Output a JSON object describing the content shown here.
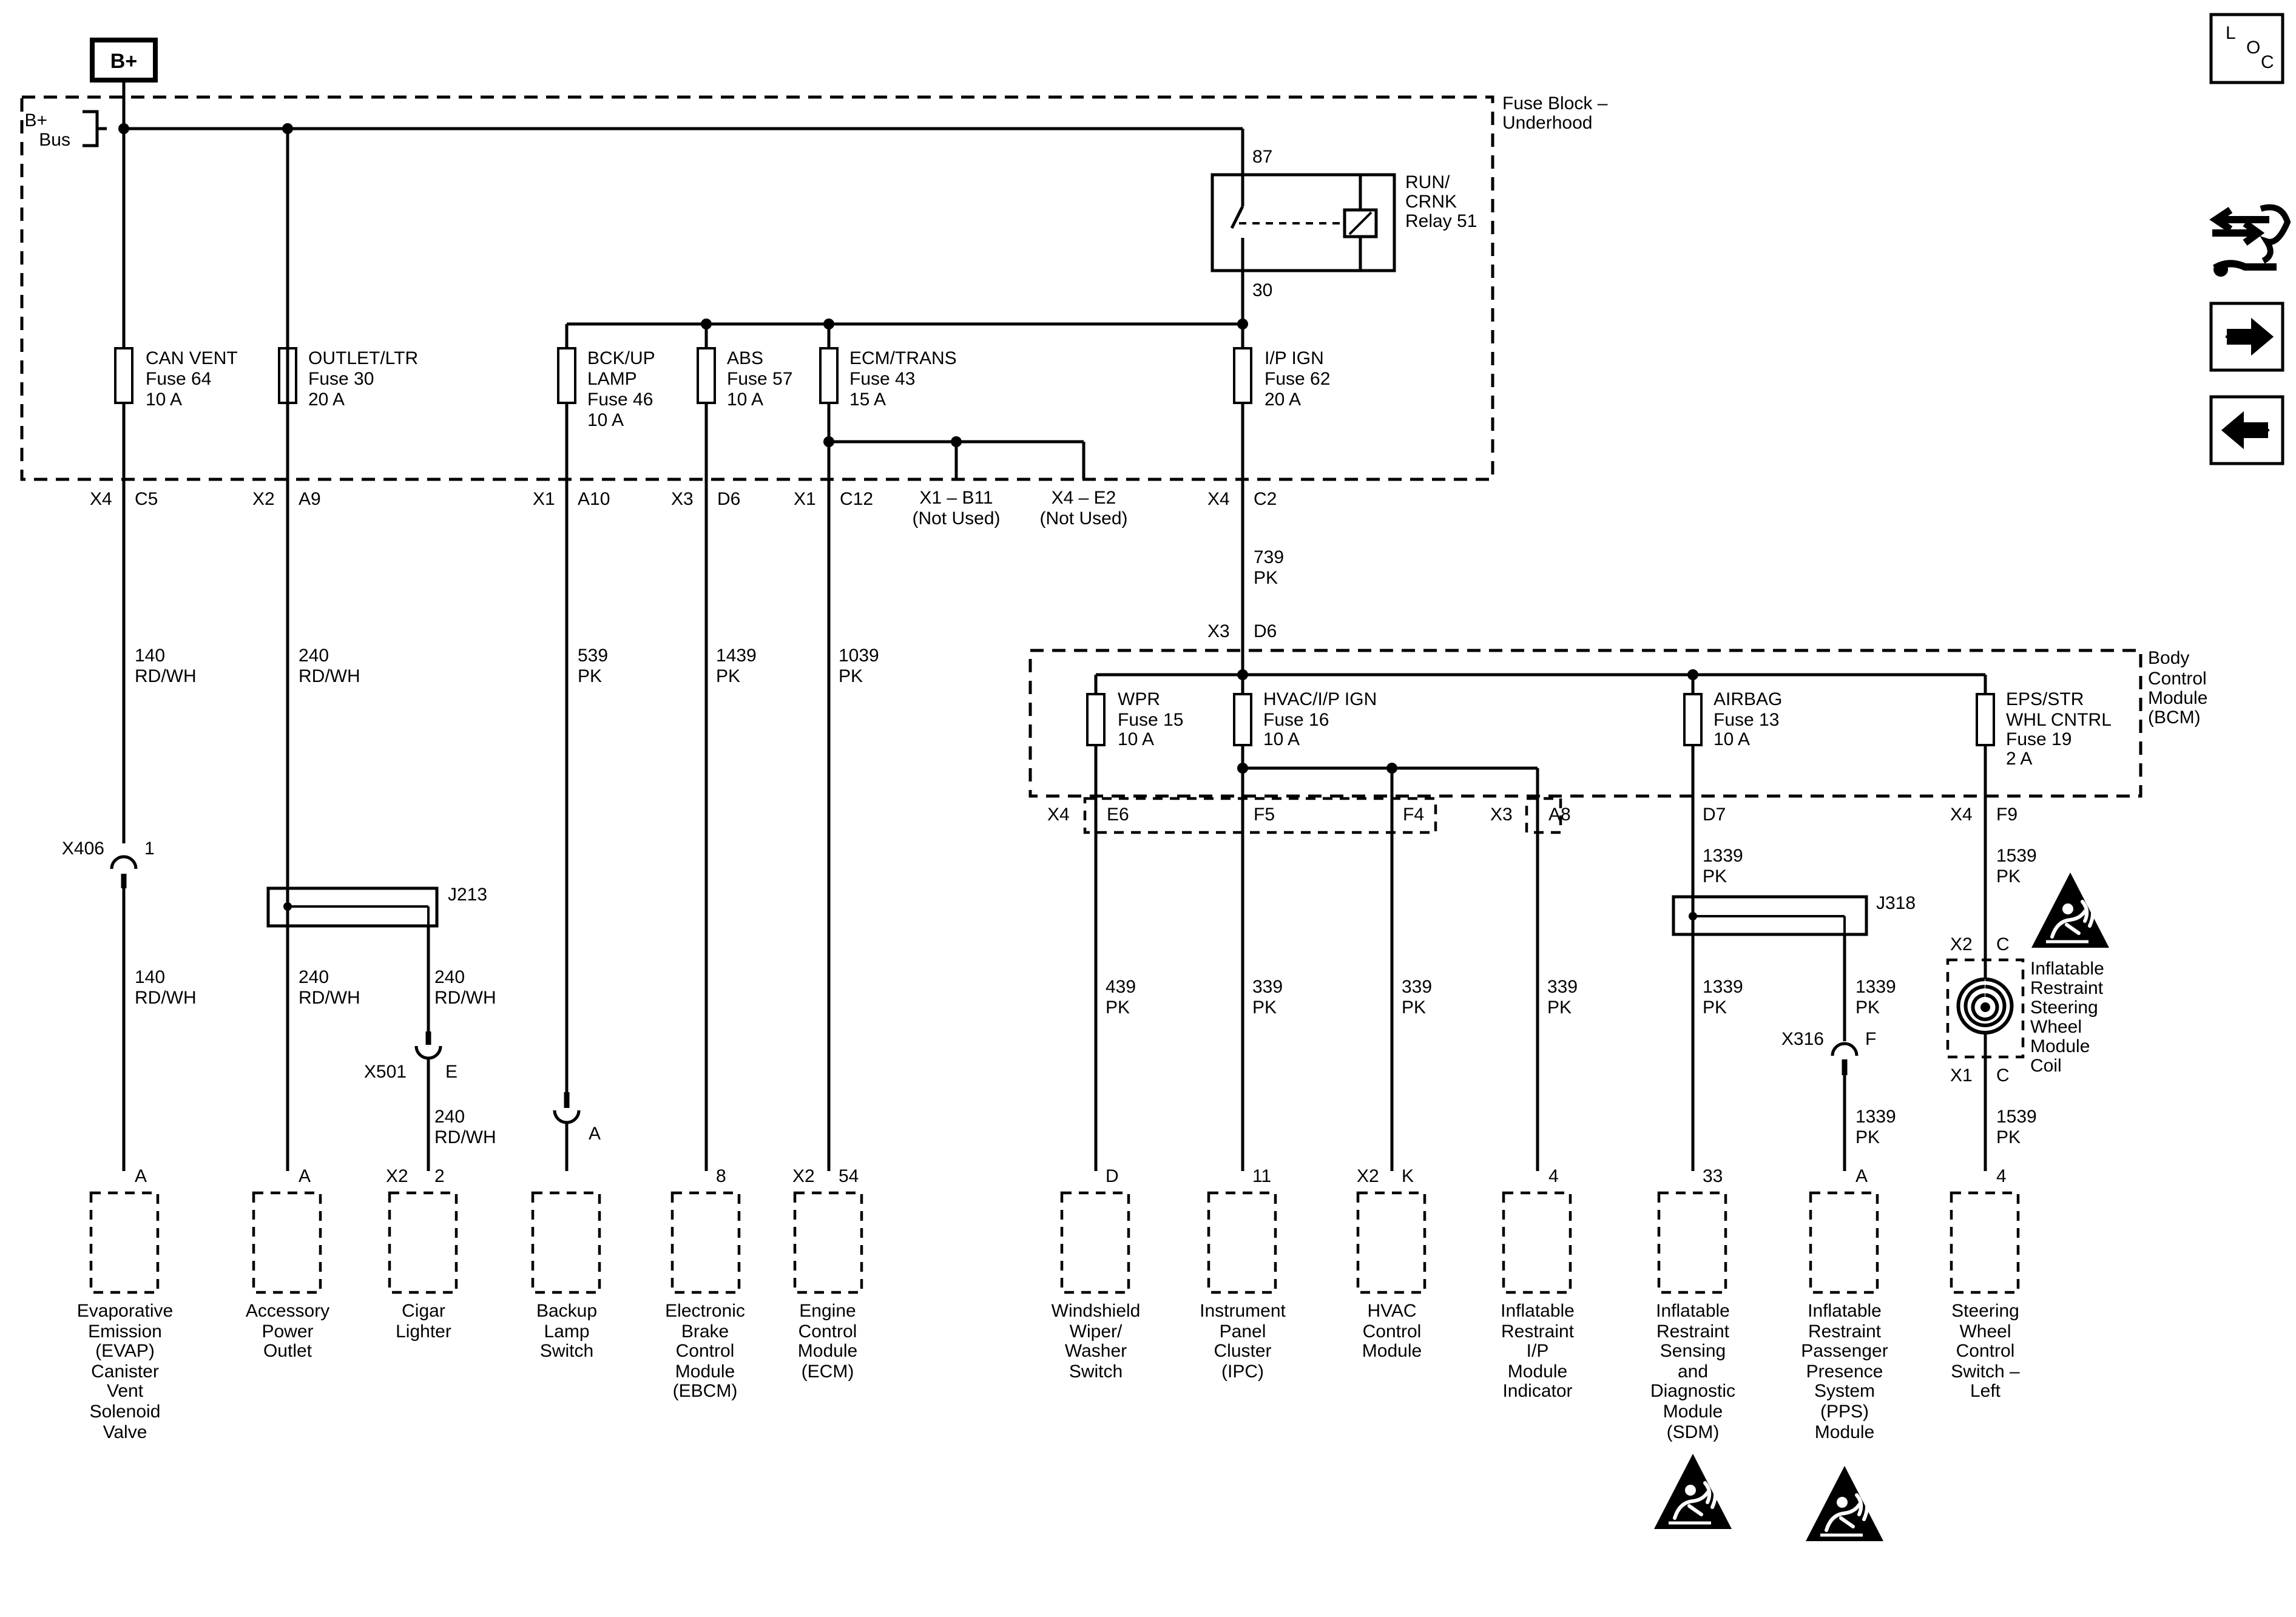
{
  "battery_label": "B+",
  "bus_label": [
    "B+",
    "Bus"
  ],
  "fuse_block_label": [
    "Fuse Block –",
    "Underhood"
  ],
  "bcm_label": [
    "Body",
    "Control",
    "Module",
    "(BCM)"
  ],
  "relay": {
    "label": [
      "RUN/",
      "CRNK",
      "Relay 51"
    ],
    "pin_in": "87",
    "pin_out": "30"
  },
  "underhood_fuses": [
    {
      "lines": [
        "CAN VENT",
        "Fuse 64",
        "10 A"
      ]
    },
    {
      "lines": [
        "OUTLET/LTR",
        "Fuse 30",
        "20 A"
      ]
    },
    {
      "lines": [
        "BCK/UP",
        "LAMP",
        "Fuse 46",
        "10 A"
      ]
    },
    {
      "lines": [
        "ABS",
        "Fuse 57",
        "10 A"
      ]
    },
    {
      "lines": [
        "ECM/TRANS",
        "Fuse 43",
        "15 A"
      ]
    },
    {
      "lines": [
        "I/P IGN",
        "Fuse 62",
        "20 A"
      ]
    }
  ],
  "bcm_fuses": [
    {
      "lines": [
        "WPR",
        "Fuse 15",
        "10 A"
      ]
    },
    {
      "lines": [
        "HVAC/I/P IGN",
        "Fuse 16",
        "10 A"
      ]
    },
    {
      "lines": [
        "AIRBAG",
        "Fuse 13",
        "10 A"
      ]
    },
    {
      "lines": [
        "EPS/STR",
        "WHL CNTRL",
        "Fuse 19",
        "2 A"
      ]
    }
  ],
  "fuse_block_connectors": [
    {
      "conn": "X4",
      "pin": "C5"
    },
    {
      "conn": "X2",
      "pin": "A9"
    },
    {
      "conn": "X1",
      "pin": "A10"
    },
    {
      "conn": "X3",
      "pin": "D6"
    },
    {
      "conn": "X1",
      "pin": "C12"
    },
    {
      "conn": "X4",
      "pin": "C2"
    }
  ],
  "not_used": [
    {
      "pin": "X1 – B11",
      "note": "(Not Used)"
    },
    {
      "pin": "X4 – E2",
      "note": "(Not Used)"
    }
  ],
  "bcm_input": {
    "conn": "X3",
    "pin": "D6",
    "wire": [
      "739",
      "PK"
    ]
  },
  "bcm_connectors": [
    {
      "conn": "X4",
      "pin": "E6"
    },
    {
      "conn": "",
      "pin": "F5"
    },
    {
      "conn": "",
      "pin": "F4"
    },
    {
      "conn": "X3",
      "pin": "A8"
    },
    {
      "conn": "",
      "pin": "D7"
    },
    {
      "conn": "X4",
      "pin": "F9"
    }
  ],
  "wires": {
    "evap_upper": [
      "140",
      "RD/WH"
    ],
    "evap_lower": [
      "140",
      "RD/WH"
    ],
    "outlet_upper": [
      "240",
      "RD/WH"
    ],
    "outlet_lower": [
      "240",
      "RD/WH"
    ],
    "lighter_upper": [
      "240",
      "RD/WH"
    ],
    "lighter_lower": [
      "240",
      "RD/WH"
    ],
    "backup": [
      "539",
      "PK"
    ],
    "ebcm": [
      "1439",
      "PK"
    ],
    "ecm": [
      "1039",
      "PK"
    ],
    "wiper": [
      "439",
      "PK"
    ],
    "ipc": [
      "339",
      "PK"
    ],
    "hvac": [
      "339",
      "PK"
    ],
    "ipmod": [
      "339",
      "PK"
    ],
    "sdm_upper": [
      "1339",
      "PK"
    ],
    "sdm_lower": [
      "1339",
      "PK"
    ],
    "pps_upper": [
      "1339",
      "PK"
    ],
    "pps_lower": [
      "1339",
      "PK"
    ],
    "steer_upper": [
      "1539",
      "PK"
    ],
    "steer_lower": [
      "1539",
      "PK"
    ]
  },
  "inline_connectors": {
    "x406": {
      "name": "X406",
      "pin": "1"
    },
    "x501": {
      "name": "X501",
      "pin": "E"
    },
    "backup": {
      "pin": "A"
    },
    "x316": {
      "name": "X316",
      "pin": "F"
    }
  },
  "splices": {
    "j213": "J213",
    "j318": "J318"
  },
  "coil": {
    "label": [
      "Inflatable",
      "Restraint",
      "Steering",
      "Wheel",
      "Module",
      "Coil"
    ],
    "top_conn": "X2",
    "top_pin": "C",
    "bot_conn": "X1",
    "bot_pin": "C"
  },
  "components": [
    {
      "conn": "",
      "pin": "A",
      "name": [
        "Evaporative",
        "Emission",
        "(EVAP)",
        "Canister",
        "Vent",
        "Solenoid",
        "Valve"
      ]
    },
    {
      "conn": "",
      "pin": "A",
      "name": [
        "Accessory",
        "Power",
        "Outlet"
      ]
    },
    {
      "conn": "X2",
      "pin": "2",
      "name": [
        "Cigar",
        "Lighter"
      ]
    },
    {
      "conn": "",
      "pin": "",
      "name": [
        "Backup",
        "Lamp",
        "Switch"
      ]
    },
    {
      "conn": "",
      "pin": "8",
      "name": [
        "Electronic",
        "Brake",
        "Control",
        "Module",
        "(EBCM)"
      ]
    },
    {
      "conn": "X2",
      "pin": "54",
      "name": [
        "Engine",
        "Control",
        "Module",
        "(ECM)"
      ]
    },
    {
      "conn": "",
      "pin": "D",
      "name": [
        "Windshield",
        "Wiper/",
        "Washer",
        "Switch"
      ]
    },
    {
      "conn": "",
      "pin": "11",
      "name": [
        "Instrument",
        "Panel",
        "Cluster",
        "(IPC)"
      ]
    },
    {
      "conn": "X2",
      "pin": "K",
      "name": [
        "HVAC",
        "Control",
        "Module"
      ]
    },
    {
      "conn": "",
      "pin": "4",
      "name": [
        "Inflatable",
        "Restraint",
        "I/P",
        "Module",
        "Indicator"
      ]
    },
    {
      "conn": "",
      "pin": "33",
      "name": [
        "Inflatable",
        "Restraint",
        "Sensing",
        "and",
        "Diagnostic",
        "Module",
        "(SDM)"
      ]
    },
    {
      "conn": "",
      "pin": "A",
      "name": [
        "Inflatable",
        "Restraint",
        "Passenger",
        "Presence",
        "System",
        "(PPS)",
        "Module"
      ]
    },
    {
      "conn": "",
      "pin": "4",
      "name": [
        "Steering",
        "Wheel",
        "Control",
        "Switch –",
        "Left"
      ]
    }
  ],
  "loc_box": {
    "l": "L",
    "o": "O",
    "c": "C"
  },
  "icons": {
    "airbag_warning": "airbag-warning-icon",
    "wrench": "wrench-icon",
    "next": "arrow-right-icon",
    "prev": "arrow-left-icon"
  }
}
